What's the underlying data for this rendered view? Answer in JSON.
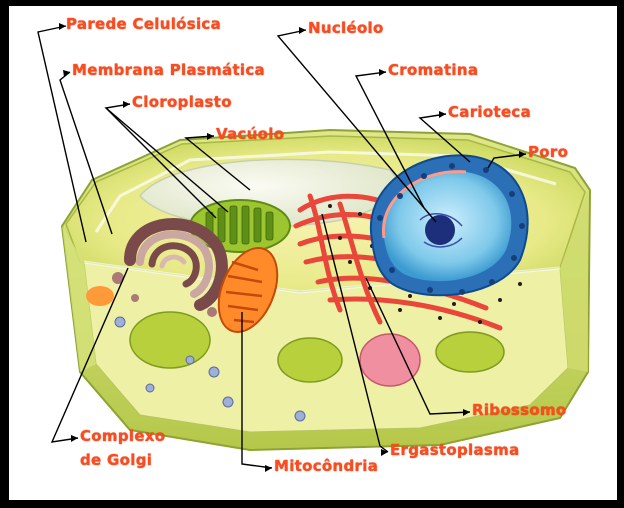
{
  "labels": {
    "parede": "Parede Celulósica",
    "membrana": "Membrana Plasmática",
    "cloroplasto": "Cloroplasto",
    "vacuolo": "Vacúolo",
    "nucleolo": "Nucléolo",
    "cromatina": "Cromatina",
    "carioteca": "Carioteca",
    "poro": "Poro",
    "complexo_golgi_1": "Complexo",
    "complexo_golgi_2": "de Golgi",
    "mitocondria": "Mitocôndria",
    "ribossomo": "Ribossomo",
    "ergastoplasma": "Ergastoplasma"
  },
  "colors": {
    "label": "#ff4a1c",
    "frame": "#000000",
    "background": "#ffffff"
  }
}
